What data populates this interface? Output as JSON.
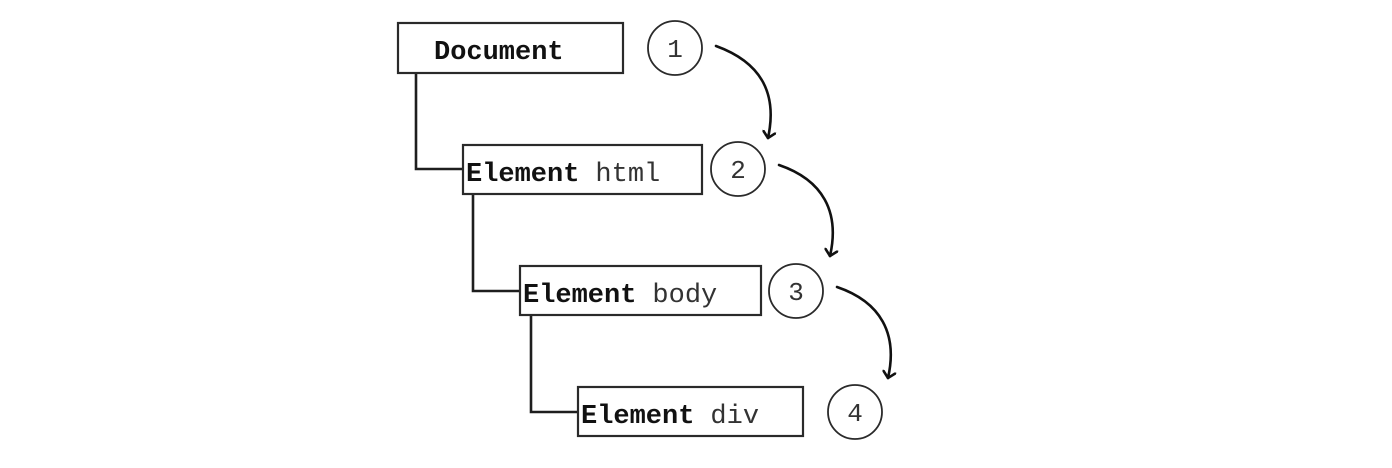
{
  "diagram": {
    "nodes": [
      {
        "kind": "Document",
        "tag": "",
        "step": "1"
      },
      {
        "kind": "Element",
        "tag": "html",
        "step": "2"
      },
      {
        "kind": "Element",
        "tag": "body",
        "step": "3"
      },
      {
        "kind": "Element",
        "tag": "div",
        "step": "4"
      }
    ],
    "colors": {
      "stroke": "#2a2a2a",
      "text": "#111111",
      "background": "#ffffff"
    }
  }
}
